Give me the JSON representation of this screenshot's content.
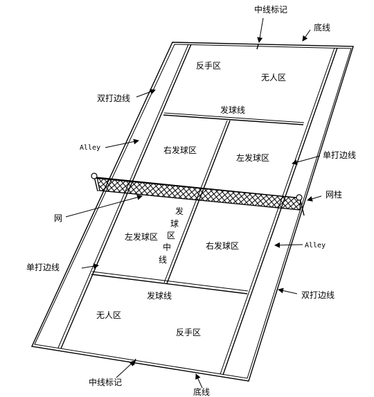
{
  "labels": {
    "centerMarkTop": "中线标记",
    "baselineTop": "底线",
    "backcourtTopLeft": "反手区",
    "noMansLandTop": "无人区",
    "doublesSidelineLeft": "双打边线",
    "serviceLineTop": "发球线",
    "alleyLeft": "Alley",
    "rightServiceBoxTop": "右发球区",
    "leftServiceBoxTop": "左发球区",
    "singlesSidelineRight": "单打边线",
    "netPost": "网柱",
    "net": "网",
    "serviceCenterLine": [
      "发",
      "球",
      "区",
      "中",
      "线"
    ],
    "leftServiceBoxBottom": "左发球区",
    "rightServiceBoxBottom": "右发球区",
    "alleyRight": "Alley",
    "singlesSidelineLeft": "单打边线",
    "serviceLineBottom": "发球线",
    "doublesSidelineRight": "双打边线",
    "noMansLandBottom": "无人区",
    "backcourtBottom": "反手区",
    "centerMarkBottom": "中线标记",
    "baselineBottom": "底线"
  }
}
